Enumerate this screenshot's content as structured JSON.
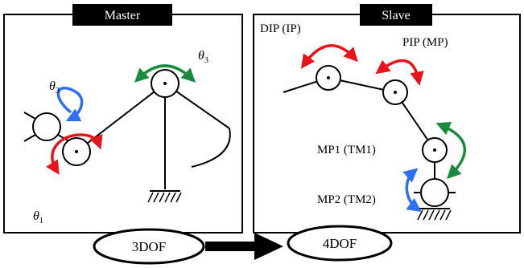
{
  "master": {
    "title": "Master",
    "dof": "3DOF",
    "theta_a": {
      "sym": "θ",
      "sub": "3"
    },
    "theta_b": {
      "sym": "θ",
      "sub": "3"
    },
    "theta_c": {
      "sym": "θ",
      "sub": "1"
    }
  },
  "slave": {
    "title": "Slave",
    "dof": "4DOF",
    "joints": {
      "dip": "DIP (IP)",
      "pip": "PIP (MP)",
      "mp1": "MP1 (TM1)",
      "mp2": "MP2 (TM2)"
    }
  },
  "colors": {
    "red": "#e8141c",
    "green": "#1a8a3c",
    "blue": "#2f6ff2",
    "black": "#000000"
  }
}
